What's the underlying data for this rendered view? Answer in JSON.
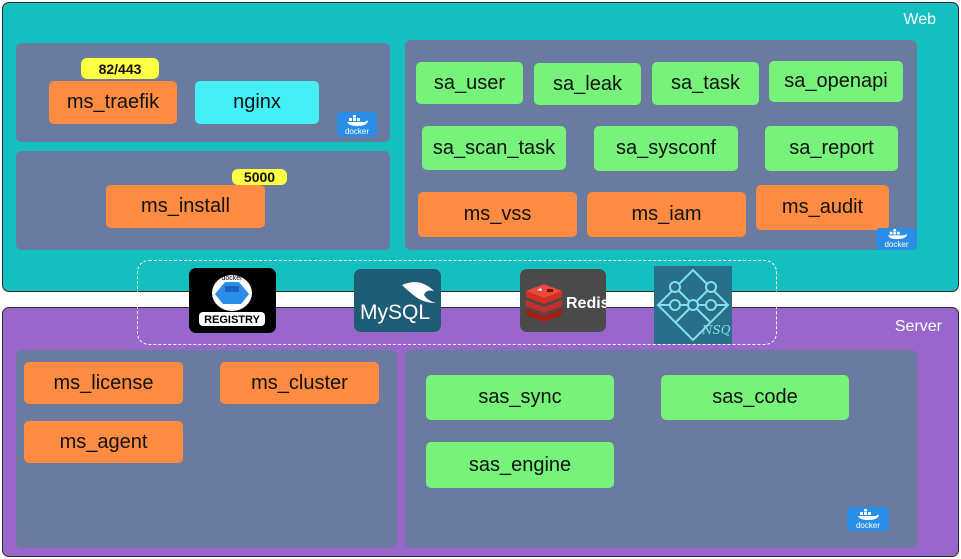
{
  "colors": {
    "web_bg": "#14bfbf",
    "server_bg": "#9966cc",
    "panel": "#6b7a9f",
    "orange": "#ff8c42",
    "green": "#77f27a",
    "cyan": "#44f0f5",
    "badge": "#ffff44",
    "docker_blue": "#2a8ee6"
  },
  "web": {
    "title": "Web",
    "traefik": {
      "label": "ms_traefik",
      "badge": "82/443"
    },
    "nginx": {
      "label": "nginx"
    },
    "install": {
      "label": "ms_install",
      "badge": "5000"
    },
    "services": [
      {
        "label": "sa_user",
        "color": "green"
      },
      {
        "label": "sa_leak",
        "color": "green"
      },
      {
        "label": "sa_task",
        "color": "green"
      },
      {
        "label": "sa_openapi",
        "color": "green"
      },
      {
        "label": "sa_scan_task",
        "color": "green"
      },
      {
        "label": "sa_sysconf",
        "color": "green"
      },
      {
        "label": "sa_report",
        "color": "green"
      },
      {
        "label": "ms_vss",
        "color": "orange"
      },
      {
        "label": "ms_iam",
        "color": "orange"
      },
      {
        "label": "ms_audit",
        "color": "orange"
      }
    ]
  },
  "shared": {
    "logos": [
      {
        "name": "docker-registry-logo",
        "text": "REGISTRY",
        "subtext": "docker"
      },
      {
        "name": "mysql-logo",
        "text": "MySQL"
      },
      {
        "name": "redis-logo",
        "text": "Redis"
      },
      {
        "name": "nsq-logo",
        "text": "NSQ"
      }
    ]
  },
  "server": {
    "title": "Server",
    "left": [
      {
        "label": "ms_license"
      },
      {
        "label": "ms_cluster"
      },
      {
        "label": "ms_agent"
      }
    ],
    "right": [
      {
        "label": "sas_sync"
      },
      {
        "label": "sas_code"
      },
      {
        "label": "sas_engine"
      }
    ]
  },
  "docker_label": "docker"
}
